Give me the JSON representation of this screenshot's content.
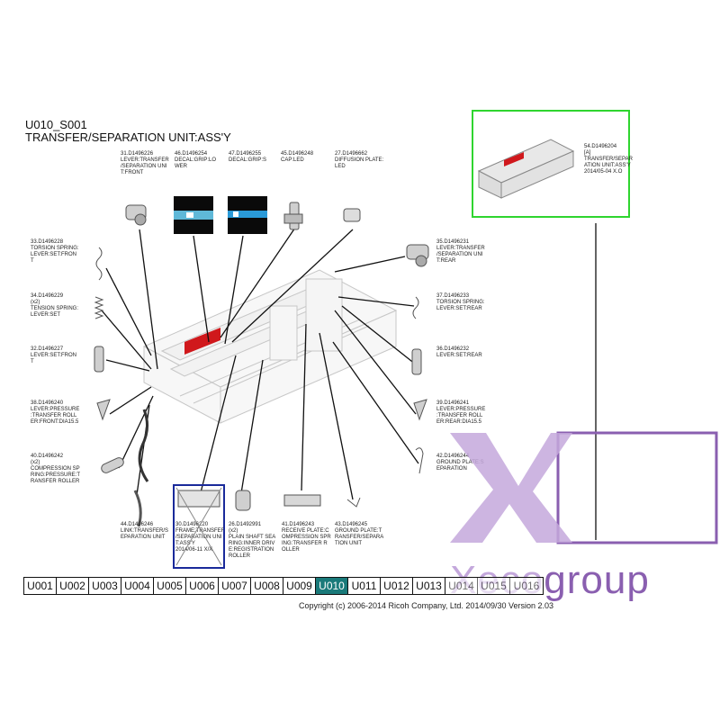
{
  "header": {
    "code": "U010_S001",
    "title": "TRANSFER/SEPARATION UNIT:ASS'Y"
  },
  "parts": [
    {
      "id": "p31",
      "text": "31.D1496226\nLEVER:TRANSFER\n/SEPARATION UNI\nT:FRONT"
    },
    {
      "id": "p46",
      "text": "46.D1496254\nDECAL:GRIP:LO\nWER"
    },
    {
      "id": "p47",
      "text": "47.D1496255\nDECAL:GRIP:S"
    },
    {
      "id": "p45",
      "text": "45.D1496248\nCAP:LED"
    },
    {
      "id": "p27",
      "text": "27.D1496662\nDIFFUSION PLATE:\nLED"
    },
    {
      "id": "p33",
      "text": "33.D1496228\nTORSION SPRING:\nLEVER:SET:FRON\nT"
    },
    {
      "id": "p34",
      "text": "34.D1496229\n(x2)\nTENSION SPRING:\nLEVER:SET"
    },
    {
      "id": "p32",
      "text": "32.D1496227\nLEVER:SET:FRON\nT"
    },
    {
      "id": "p38",
      "text": "38.D1496240\nLEVER:PRESSURE\n:TRANSFER ROLL\nER:FRONT:DIA15.5"
    },
    {
      "id": "p40",
      "text": "40.D1496242\n(x2)\nCOMPRESSION SP\nRING:PRESSURE:T\nRANSFER ROLLER"
    },
    {
      "id": "p35",
      "text": "35.D1496231\nLEVER:TRANSFER\n/SEPARATION UNI\nT:REAR"
    },
    {
      "id": "p37",
      "text": "37.D1496233\nTORSION SPRING:\nLEVER:SET:REAR"
    },
    {
      "id": "p36",
      "text": "36.D1496232\nLEVER:SET:REAR"
    },
    {
      "id": "p39",
      "text": "39.D1496241\nLEVER:PRESSURE\n:TRANSFER ROLL\nER:REAR:DIA15.5"
    },
    {
      "id": "p42",
      "text": "42.D1496244\nGROUND PLATE:S\nEPARATION"
    },
    {
      "id": "p44",
      "text": "44.D1496246\nLINK:TRANSFER/S\nEPARATION UNIT"
    },
    {
      "id": "p30",
      "text": "30.D1496220\nFRAME:TRANSFER\n/SEPARATION UNI\nT:ASS'Y\n2014/06-11 X/X"
    },
    {
      "id": "p26",
      "text": "26.D1492991\n(x2)\nPLAIN SHAFT SEA\nRING:INNER DRIV\nE:REGISTRATION\nROLLER"
    },
    {
      "id": "p41",
      "text": "41.D1496243\nRECEIVE PLATE:C\nOMPRESSION SPR\nING:TRANSFER R\nOLLER"
    },
    {
      "id": "p43",
      "text": "43.D1496245\nGROUND PLATE:T\nRANSFER/SEPARA\nTION UNIT"
    }
  ],
  "assy": {
    "text": "54.D1496204\n[A]\nTRANSFER/SEPAR\nATION UNIT:ASS'Y\n2014/05-04 X.O",
    "tag": "[A]"
  },
  "nav": [
    "U001",
    "U002",
    "U003",
    "U004",
    "U005",
    "U006",
    "U007",
    "U008",
    "U009",
    "U010",
    "U011",
    "U012",
    "U013",
    "U014",
    "U015",
    "U016"
  ],
  "nav_active": "U010",
  "copyright": "Copyright (c) 2006-2014 Ricoh Company, Ltd.   2014/09/30 Version 2.03",
  "watermark": {
    "text": "group",
    "prefix": "Xeco"
  },
  "colors": {
    "accent_green": "#2fd52f",
    "highlight_blue": "#1a2a9a",
    "nav_active": "#1a7a7a",
    "watermark_purple": "#8a5fb0",
    "decal_red": "#d0181c"
  }
}
